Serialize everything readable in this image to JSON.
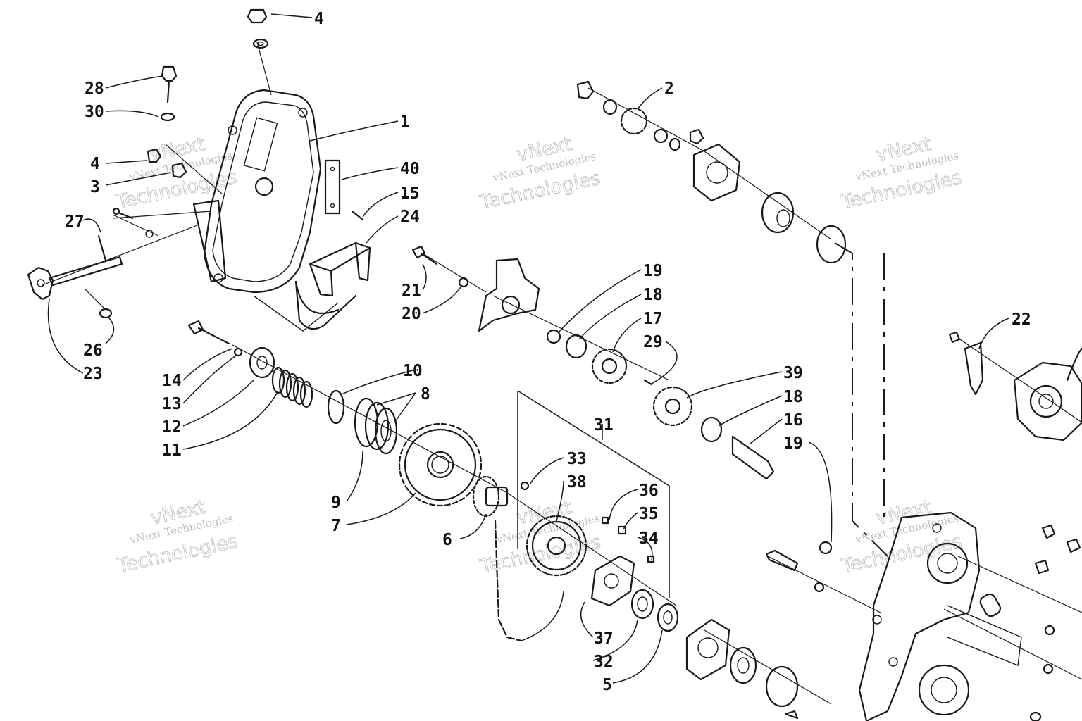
{
  "watermark": {
    "line1": "vNext",
    "line2": "vNext Technologies",
    "line3": "Technologies"
  },
  "callouts": [
    "1",
    "2",
    "3",
    "4",
    "4",
    "5",
    "6",
    "7",
    "8",
    "9",
    "10",
    "11",
    "12",
    "13",
    "14",
    "15",
    "16",
    "17",
    "18",
    "18",
    "19",
    "19",
    "20",
    "21",
    "22",
    "23",
    "24",
    "26",
    "27",
    "28",
    "29",
    "30",
    "31",
    "32",
    "33",
    "34",
    "35",
    "36",
    "37",
    "38",
    "39",
    "40"
  ]
}
